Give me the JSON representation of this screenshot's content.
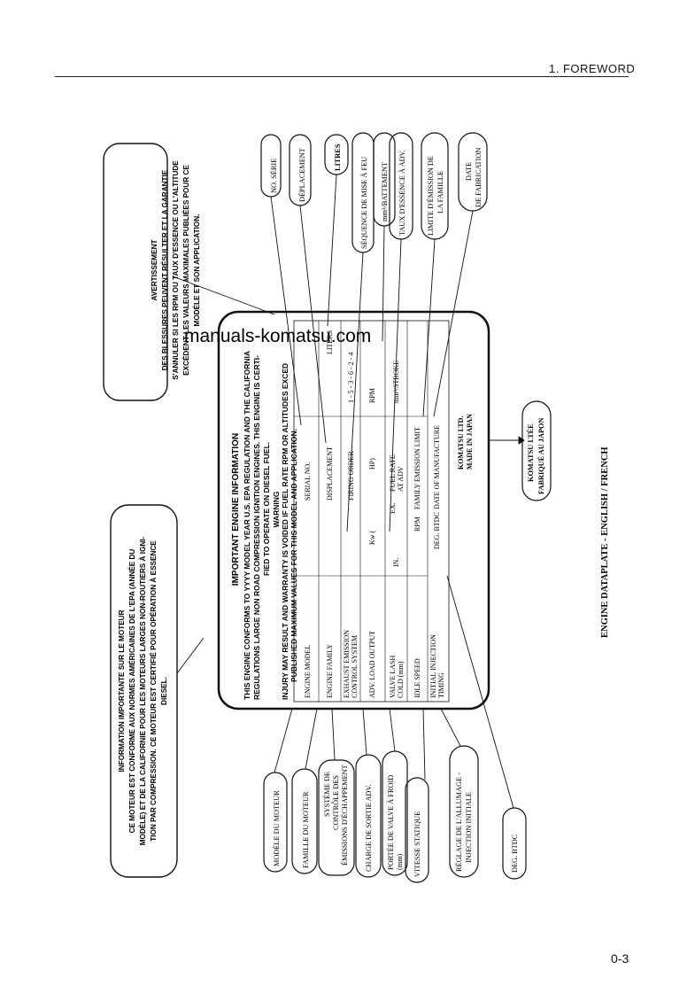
{
  "header": {
    "section": "1.  FOREWORD"
  },
  "page_number": "0-3",
  "watermark": "manuals-komatsu.com",
  "caption": "ENGINE DATAPLATE - ENGLISH / FRENCH",
  "french_warning": {
    "lines": [
      "AVERTISSEMENT",
      "DES BLESSURES PEUVENT RÉSULTER ET LA GARANTIE",
      "S'ANNULER SI LES RPM OU TAUX D'ESSENCE OU L'ALTITUDE",
      "EXCÈDENT LES VALEURS MAXIMALES PUBLIÉES POUR CE",
      "MODÈLE ET SON APPLICATION."
    ]
  },
  "french_info": {
    "lines": [
      "INFORMATION IMPORTANTE SUR LE MOTEUR",
      "CE MOTEUR EST CONFORME AUX NORMES AMÉRICAINES DE L'EPA (ANNÉE DU",
      "MODÈLE) ET DE LA CALIFORNIE POUR LES MOTEURS LARGES NON-ROUTIERS À IGNI-",
      "TION PAR COMPRESSION.  CE MOTEUR EST CERTIFIÉ POUR OPÉRATION À ESSENCE",
      "DIESEL."
    ]
  },
  "plate": {
    "title": "IMPORTANT ENGINE INFORMATION",
    "intro": [
      "THIS ENGINE CONFORMS TO YYYY MODEL YEAR U.S. EPA REGULATION AND THE CALIFORNIA",
      "REGULATIONS LARGE NON ROAD COMPRESSION IGNITION ENGINES. THIS ENGINE IS CERTI-",
      "FIED TO OPERATE ON DIESEL FUEL."
    ],
    "warning_title": "WARNING",
    "warning": [
      "INJURY MAY RESULT AND WARRANTY IS VOIDED IF FUEL RATE RPM OR ALTITUDES EXCED",
      "PUBLISHED MAXIMUM VALUES FOR THIS MODEL AND APPLICATION."
    ],
    "row1": [
      "ENGINE MODEL",
      "SERIAL NO."
    ],
    "row2": [
      "ENGINE FAMILY",
      "DISPLACEMENT",
      "LITERS"
    ],
    "row3": [
      "EXHAUST EMISSION",
      "CONTROL SYSTEM",
      "FIRING ORDER",
      "1 - 5 - 3 - 6 - 2 - 4"
    ],
    "row4": [
      "ADV. LOAD OUTPUT",
      "Kw  (",
      "HP)",
      "RPM"
    ],
    "row5": [
      "VALVE LASH",
      "COLD (mm)",
      "IN.",
      "EX.",
      "FUEL RATE",
      "AT ADV",
      "mm³/STROKE"
    ],
    "row6": [
      "IDLE SPEED",
      "RPM",
      "FAMILY EMISSION LIMIT"
    ],
    "row7": [
      "INITIAL INJECTION",
      "TIMING",
      "DEG. BTDC",
      "DATE OF MANUFACTURE"
    ],
    "maker": [
      "KOMATSU LTD.",
      "MADE IN JAPAN"
    ]
  },
  "top_labels": {
    "no_serie": "NO. SÉRIE",
    "deplacement": "DÉPLACEMENT",
    "litres": "LITRES",
    "sequence": "SÉQUENCE DE MISE À FEU",
    "battement": "mm³/BATTEMENT",
    "taux": "TAUX D'ESSENCE À ADV.",
    "limite": [
      "LIMITE D'ÉMISSION DE",
      "LA FAMILLE"
    ],
    "date": [
      "DATE",
      "DE FABRICATION"
    ]
  },
  "bottom_labels": {
    "modele": "MODÈLE DU MOTEUR",
    "famille": "FAMILLE DU MOTEUR",
    "systeme": [
      "SYSTÈME DE",
      "CONTRÔLE DES",
      "ÉMISSIONS D'ÉCHAPPEMENT"
    ],
    "charge": "CHARGE DE SORTIE ADV.",
    "portee": [
      "PORTÉE DE VALVE À FROID",
      "(mm)"
    ],
    "vitesse": "VITESSE STATIQUE",
    "reglage": [
      "RÉGLAGE DE L'ALLUMAGE -",
      "INJECTION INITIALE"
    ],
    "deg": "DEG. BTDC"
  },
  "komatsu_fr": [
    "KOMATSU LTÉE",
    "FABRIQUÉ AU JAPON"
  ]
}
